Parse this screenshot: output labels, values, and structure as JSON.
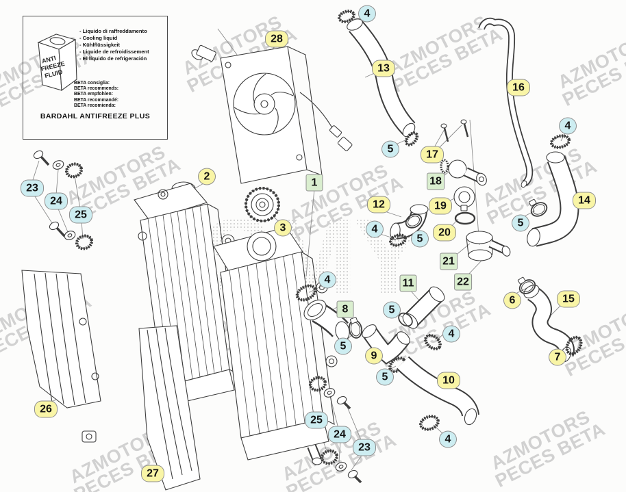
{
  "infobox": {
    "coolant_names": {
      "it": "- Liquido di raffreddamento",
      "en": "- Cooling liquid",
      "de": "- Kühlflüssigkeit",
      "fr": "- Liquide de refroidissement",
      "es": "- El líquido de refrigeración"
    },
    "recommendations": {
      "it": "BETA consiglia:",
      "en": "BETA recommends:",
      "de": "BETA empfohlen:",
      "fr": "BETA recommandé:",
      "es": "BETA recomienda:"
    },
    "can_text": {
      "l1": "ANTI",
      "l2": "FREEZE",
      "l3": "FLUID"
    },
    "product": "BARDAHL ANTIFREEZE PLUS"
  },
  "watermark": {
    "line1": "AZMOTORS",
    "line2": "PECES BETA",
    "halftone": "SMY"
  },
  "colors": {
    "callout_yellow": "#f9f5a6",
    "callout_cyan": "#cdedf1",
    "callout_green": "#daeecf"
  },
  "callouts": [
    {
      "num": "28"
    },
    {
      "num": "4"
    },
    {
      "num": "13"
    },
    {
      "num": "16"
    },
    {
      "num": "4"
    },
    {
      "num": "5"
    },
    {
      "num": "17"
    },
    {
      "num": "18"
    },
    {
      "num": "19"
    },
    {
      "num": "20"
    },
    {
      "num": "21"
    },
    {
      "num": "22"
    },
    {
      "num": "2"
    },
    {
      "num": "1"
    },
    {
      "num": "3"
    },
    {
      "num": "12"
    },
    {
      "num": "4"
    },
    {
      "num": "5"
    },
    {
      "num": "5"
    },
    {
      "num": "14"
    },
    {
      "num": "23"
    },
    {
      "num": "24"
    },
    {
      "num": "25"
    },
    {
      "num": "4"
    },
    {
      "num": "8"
    },
    {
      "num": "11"
    },
    {
      "num": "5"
    },
    {
      "num": "6"
    },
    {
      "num": "15"
    },
    {
      "num": "5"
    },
    {
      "num": "9"
    },
    {
      "num": "4"
    },
    {
      "num": "5"
    },
    {
      "num": "10"
    },
    {
      "num": "7"
    },
    {
      "num": "26"
    },
    {
      "num": "25"
    },
    {
      "num": "24"
    },
    {
      "num": "23"
    },
    {
      "num": "4"
    },
    {
      "num": "27"
    }
  ]
}
